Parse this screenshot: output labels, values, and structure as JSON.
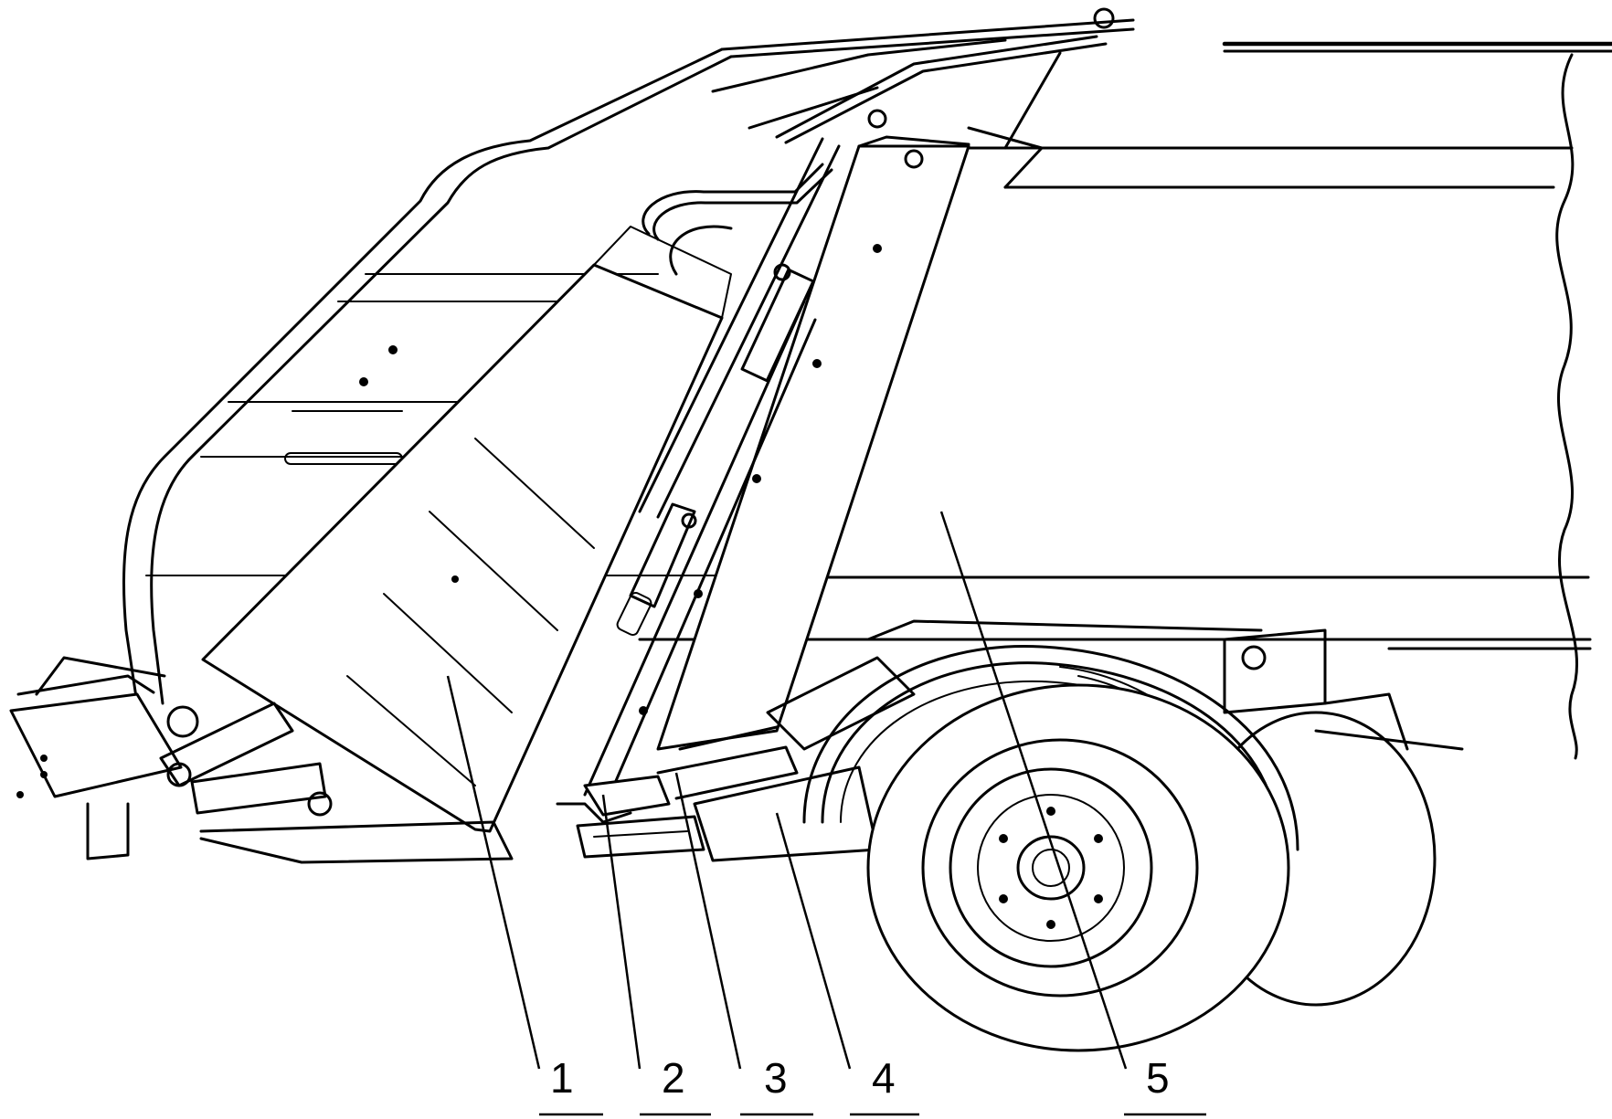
{
  "labels": [
    {
      "text": "1"
    },
    {
      "text": "2"
    },
    {
      "text": "3"
    },
    {
      "text": "4"
    },
    {
      "text": "5"
    }
  ]
}
